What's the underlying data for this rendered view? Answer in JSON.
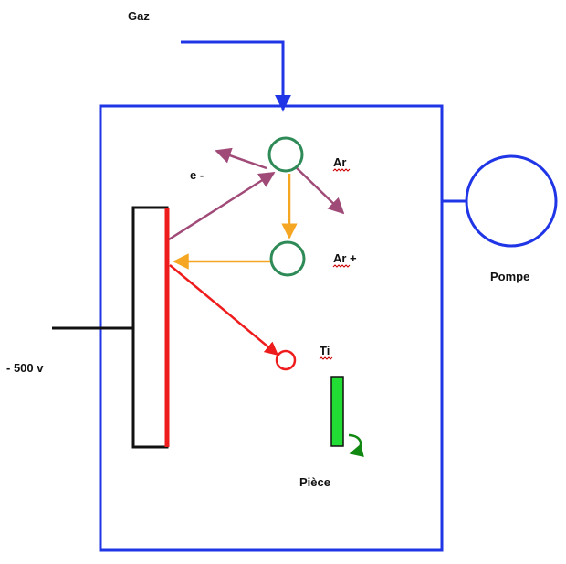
{
  "labels": {
    "gas": "Gaz",
    "electron": "e -",
    "argon": "Ar",
    "argon_ion": "Ar +",
    "pump": "Pompe",
    "voltage": "- 500 v",
    "titanium": "Ti",
    "workpiece": "Pièce"
  },
  "colors": {
    "chamber": "#1f35e6",
    "cathode_outline": "#111111",
    "target_surface": "#ee1c1c",
    "argon_atom": "#2e8b57",
    "argon_path": "#f5a623",
    "electron_path": "#a04a78",
    "sputtered_path": "#ee1c1c",
    "workpiece_fill": "#22dd33",
    "spellcheck_underline": "#cc0000"
  },
  "icons": {
    "pump": "pump-circle-icon",
    "rotation": "rotation-arrow-icon"
  }
}
